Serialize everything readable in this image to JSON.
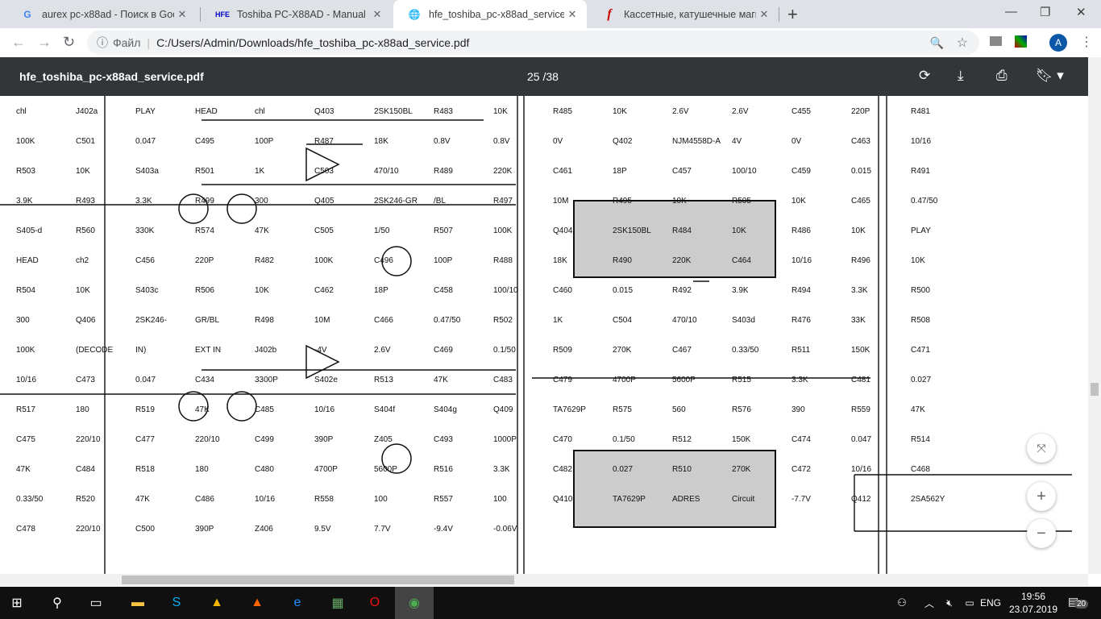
{
  "tabs": [
    {
      "title": "aurex pc-x88ad - Поиск в Google",
      "icon": "G"
    },
    {
      "title": "Toshiba PC-X88AD - Manual - Ste",
      "icon": "HFE"
    },
    {
      "title": "hfe_toshiba_pc-x88ad_service.pdf",
      "icon": "globe"
    },
    {
      "title": "Кассетные, катушечные магнитофоны",
      "icon": "f"
    }
  ],
  "omnibox": {
    "scheme": "Файл",
    "url": "C:/Users/Admin/Downloads/hfe_toshiba_pc-x88ad_service.pdf",
    "avatar": "A"
  },
  "pdf": {
    "filename": "hfe_toshiba_pc-x88ad_service.pdf",
    "page": "25",
    "total": "/38"
  },
  "schematic": {
    "labels": [
      "chl",
      "J402a",
      "PLAY",
      "HEAD",
      "chl",
      "Q403",
      "2SK150BL",
      "R483",
      "10K",
      "R485",
      "10K",
      "2.6V",
      "2.6V",
      "C455",
      "220P",
      "R481",
      "100K",
      "C501",
      "0.047",
      "C495",
      "100P",
      "R487",
      "18K",
      "0.8V",
      "0.8V",
      "0V",
      "Q402",
      "NJM4558D-A",
      "4V",
      "0V",
      "C463",
      "10/16",
      "R503",
      "10K",
      "S403a",
      "R501",
      "1K",
      "C503",
      "470/10",
      "R489",
      "220K",
      "C461",
      "18P",
      "C457",
      "100/10",
      "C459",
      "0.015",
      "R491",
      "3.9K",
      "R493",
      "3.3K",
      "R499",
      "300",
      "Q405",
      "2SK246-GR",
      "/BL",
      "R497",
      "10M",
      "R495",
      "10K",
      "R505",
      "10K",
      "C465",
      "0.47/50",
      "S405-d",
      "R560",
      "330K",
      "R574",
      "47K",
      "C505",
      "1/50",
      "R507",
      "100K",
      "Q404",
      "2SK150BL",
      "R484",
      "10K",
      "R486",
      "10K",
      "PLAY",
      "HEAD",
      "ch2",
      "C456",
      "220P",
      "R482",
      "100K",
      "C496",
      "100P",
      "R488",
      "18K",
      "R490",
      "220K",
      "C464",
      "10/16",
      "R496",
      "10K",
      "R504",
      "10K",
      "S403c",
      "R506",
      "10K",
      "C462",
      "18P",
      "C458",
      "100/10",
      "C460",
      "0.015",
      "R492",
      "3.9K",
      "R494",
      "3.3K",
      "R500",
      "300",
      "Q406",
      "2SK246-",
      "GR/BL",
      "R498",
      "10M",
      "C466",
      "0.47/50",
      "R502",
      "1K",
      "C504",
      "470/10",
      "S403d",
      "R476",
      "33K",
      "R508",
      "100K",
      "(DECODE",
      "IN)",
      "EXT IN",
      "J402b",
      "-4V",
      "2.6V",
      "C469",
      "0.1/50",
      "R509",
      "270K",
      "C467",
      "0.33/50",
      "R511",
      "150K",
      "C471",
      "10/16",
      "C473",
      "0.047",
      "C434",
      "3300P",
      "S402e",
      "R513",
      "47K",
      "C483",
      "C479",
      "4700P",
      "5600P",
      "R515",
      "3.3K",
      "C481",
      "0.027",
      "R517",
      "180",
      "R519",
      "47K",
      "C485",
      "10/16",
      "S404f",
      "S404g",
      "Q409",
      "TA7629P",
      "R575",
      "560",
      "R576",
      "390",
      "R559",
      "47K",
      "C475",
      "220/10",
      "C477",
      "220/10",
      "C499",
      "390P",
      "Z405",
      "C493",
      "1000P",
      "C470",
      "0.1/50",
      "R512",
      "150K",
      "C474",
      "0.047",
      "R514",
      "47K",
      "C484",
      "R518",
      "180",
      "C480",
      "4700P",
      "5600P",
      "R516",
      "3.3K",
      "C482",
      "0.027",
      "R510",
      "270K",
      "C472",
      "10/16",
      "C468",
      "0.33/50",
      "R520",
      "47K",
      "C486",
      "10/16",
      "R558",
      "100",
      "R557",
      "100",
      "Q410",
      "TA7629P",
      "ADRES",
      "Circuit",
      "-7.7V",
      "Q412",
      "2SA562Y",
      "C478",
      "220/10",
      "C500",
      "390P",
      "Z406",
      "9.5V",
      "7.7V",
      "-9.4V",
      "-0.06V"
    ]
  },
  "taskbar": {
    "lang": "ENG",
    "time": "19:56",
    "date": "23.07.2019",
    "notifications": "20"
  }
}
